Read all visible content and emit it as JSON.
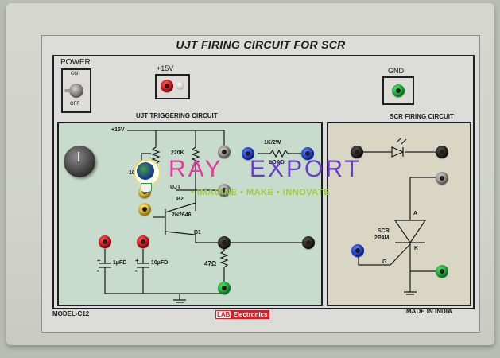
{
  "panel": {
    "title": "UJT FIRING CIRCUIT FOR SCR",
    "model": "MODEL-C12",
    "origin": "MADE IN INDIA",
    "brand": {
      "part1": "LAB",
      "part2": "Electronics",
      "color": "#d0202a"
    }
  },
  "power": {
    "label": "POWER",
    "on": "ON",
    "off": "OFF"
  },
  "supply": {
    "label": "+15V"
  },
  "ground": {
    "label": "GND"
  },
  "ujt_section": {
    "title": "UJT TRIGGERING CIRCUIT",
    "background": "#c8dccd",
    "labels": {
      "vcc": "+15V",
      "pot": "100K",
      "r220": "220K",
      "load_value": "1K/2W",
      "load": "LOAD",
      "ujt": "UJT",
      "b2": "B2",
      "b1": "B1",
      "transistor": "2N2646",
      "cap1": "1µFD",
      "cap2": "10µFD",
      "r47": "47Ω",
      "plus": "+",
      "minus": "-"
    }
  },
  "scr_section": {
    "title": "SCR FIRING CIRCUIT",
    "background": "#dad6c4",
    "labels": {
      "anode": "A",
      "cathode": "K",
      "gate": "G",
      "device": "SCR",
      "part": "2P4M"
    }
  },
  "watermark": {
    "ray": "RAY",
    "export": "EXPORT",
    "tagline": "• IMAGINE  • MAKE • INNOVATE"
  }
}
